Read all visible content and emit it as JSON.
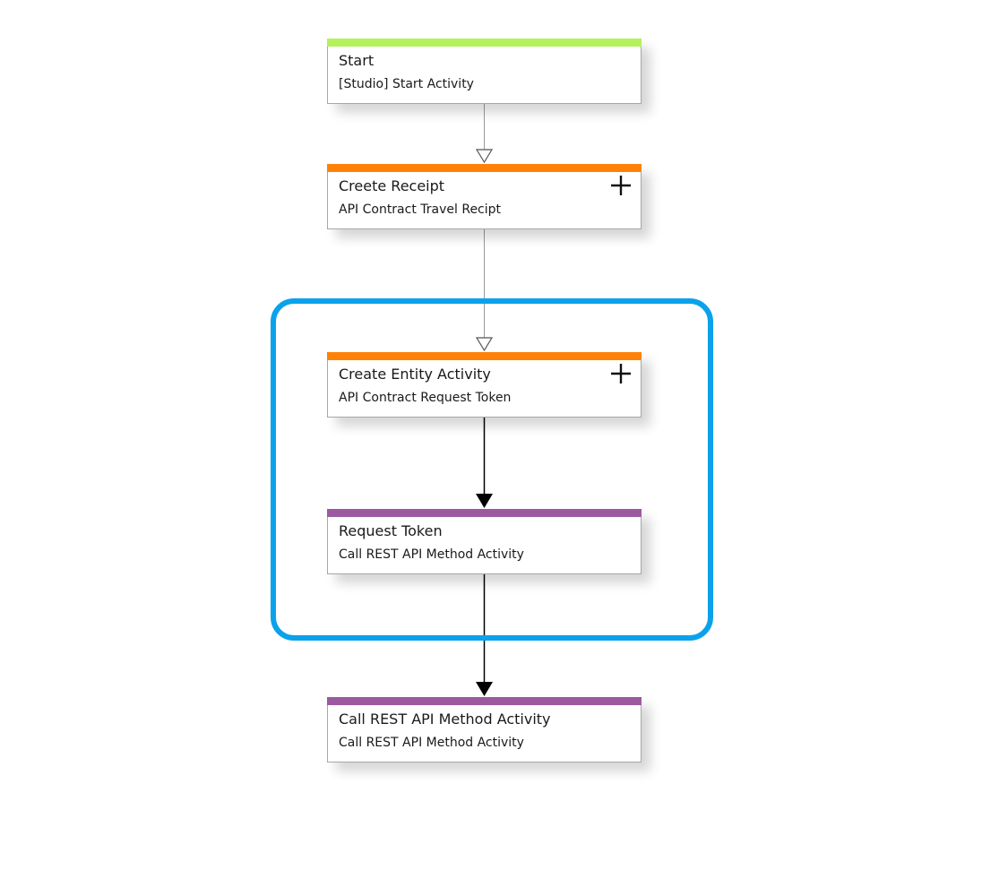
{
  "colors": {
    "start_bar": "#b4f15c",
    "entity_bar": "#ff8208",
    "rest_bar": "#9b5aa0",
    "highlight": "#0aa2ea"
  },
  "nodes": [
    {
      "title": "Start",
      "subtitle": "[Studio] Start Activity",
      "expandable": false
    },
    {
      "title": "Creete Receipt",
      "subtitle": "API Contract Travel Recipt",
      "expandable": true,
      "icon": "plus-icon"
    },
    {
      "title": "Create Entity Activity",
      "subtitle": "API Contract Request Token",
      "expandable": true,
      "icon": "plus-icon"
    },
    {
      "title": "Request Token",
      "subtitle": "Call REST API Method Activity",
      "expandable": false
    },
    {
      "title": "Call REST API Method Activity",
      "subtitle": "Call REST API Method Activity",
      "expandable": false
    }
  ],
  "connectors": [
    {
      "from": "Start",
      "to": "Creete Receipt",
      "style": "hollow-arrow"
    },
    {
      "from": "Creete Receipt",
      "to": "Create Entity Activity",
      "style": "hollow-arrow"
    },
    {
      "from": "Create Entity Activity",
      "to": "Request Token",
      "style": "solid-arrow"
    },
    {
      "from": "Request Token",
      "to": "Call REST API Method Activity",
      "style": "solid-arrow"
    }
  ]
}
